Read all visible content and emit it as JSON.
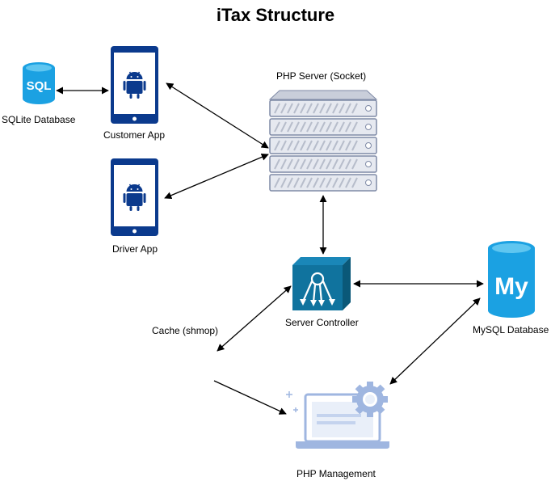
{
  "title": "iTax Structure",
  "nodes": {
    "sqlite": {
      "label": "SQLite Database",
      "icon_text": "SQL",
      "icon": "database-icon"
    },
    "customer_app": {
      "label": "Customer App",
      "icon": "android-phone-icon"
    },
    "driver_app": {
      "label": "Driver App",
      "icon": "android-phone-icon"
    },
    "php_server": {
      "label": "PHP Server (Socket)",
      "icon": "server-rack-icon"
    },
    "server_controller": {
      "label": "Server Controller",
      "icon": "controller-icon"
    },
    "mysql": {
      "label": "MySQL Database",
      "icon_text": "My",
      "icon": "database-icon"
    },
    "cache": {
      "label": "Cache (shmop)"
    },
    "php_management": {
      "label": "PHP Management",
      "icon": "laptop-gear-icon"
    }
  },
  "colors": {
    "device_blue": "#0b3a8d",
    "db_blue": "#1ba1e2",
    "controller_blue": "#10739e",
    "server_fill": "#e6e9f0",
    "server_stroke": "#7f8aa6",
    "line": "#000000"
  }
}
